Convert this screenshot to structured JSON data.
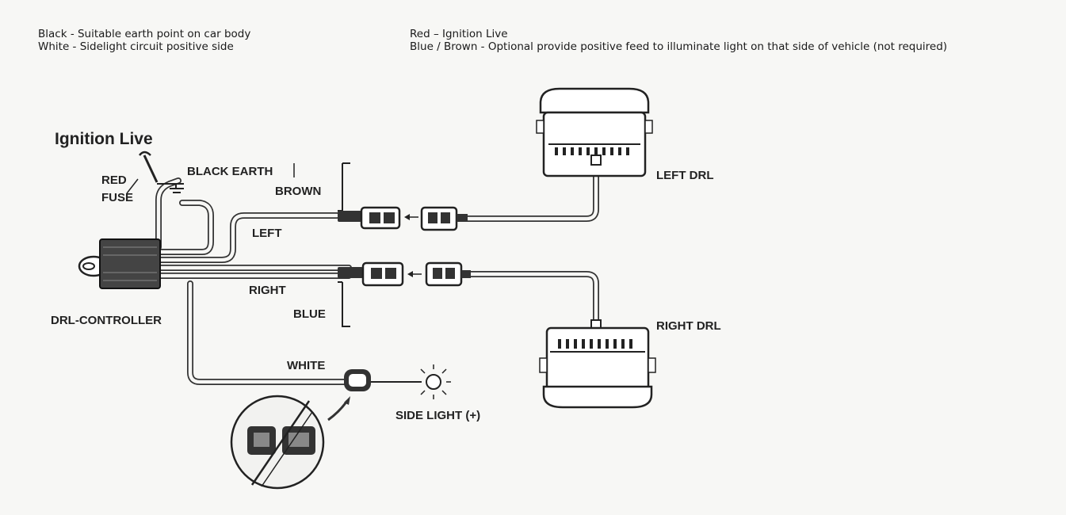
{
  "legend": {
    "left": [
      "Black - Suitable earth point on car body",
      "White - Sidelight circuit positive side"
    ],
    "right": [
      "Red – Ignition Live",
      "Blue / Brown - Optional provide positive feed to illuminate light on that side of vehicle (not required)"
    ]
  },
  "labels": {
    "ignition_live": "Ignition Live",
    "red": "RED",
    "fuse": "FUSE",
    "black_earth": "BLACK EARTH",
    "brown": "BROWN",
    "left": "LEFT",
    "right": "RIGHT",
    "blue": "BLUE",
    "drl_controller": "DRL-CONTROLLER",
    "white": "WHITE",
    "side_light": "SIDE LIGHT (+)",
    "left_drl": "LEFT DRL",
    "right_drl": "RIGHT DRL"
  }
}
